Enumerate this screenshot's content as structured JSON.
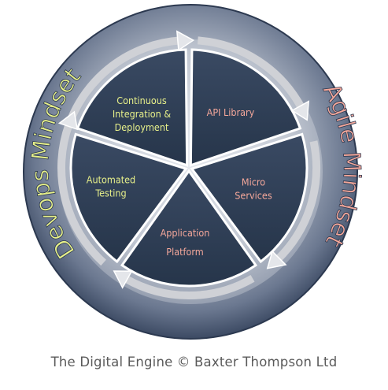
{
  "diagram": {
    "outer_ring_left": "Devops Mindset",
    "outer_ring_right": "Agile Mindset",
    "segments": [
      {
        "lines": [
          "Continuous",
          "Integration &",
          "Deployment"
        ],
        "color": "#e7f08a"
      },
      {
        "lines": [
          "API Library"
        ],
        "color": "#f4a79a"
      },
      {
        "lines": [
          "Micro",
          "Services"
        ],
        "color": "#f4a79a"
      },
      {
        "lines": [
          "Application",
          "Platform"
        ],
        "color": "#f4a79a"
      },
      {
        "lines": [
          "Automated",
          "Testing"
        ],
        "color": "#e7f08a"
      }
    ],
    "colors": {
      "segment_fill": "#2f3f55",
      "ring_outer": "#3d4c66",
      "ring_inner": "#c3cad6",
      "arrow": "#cfd1d6",
      "devops_text": "#e7f08a",
      "agile_text": "#f4a79a"
    }
  },
  "footer": {
    "text": "The Digital Engine © Baxter Thompson Ltd"
  }
}
